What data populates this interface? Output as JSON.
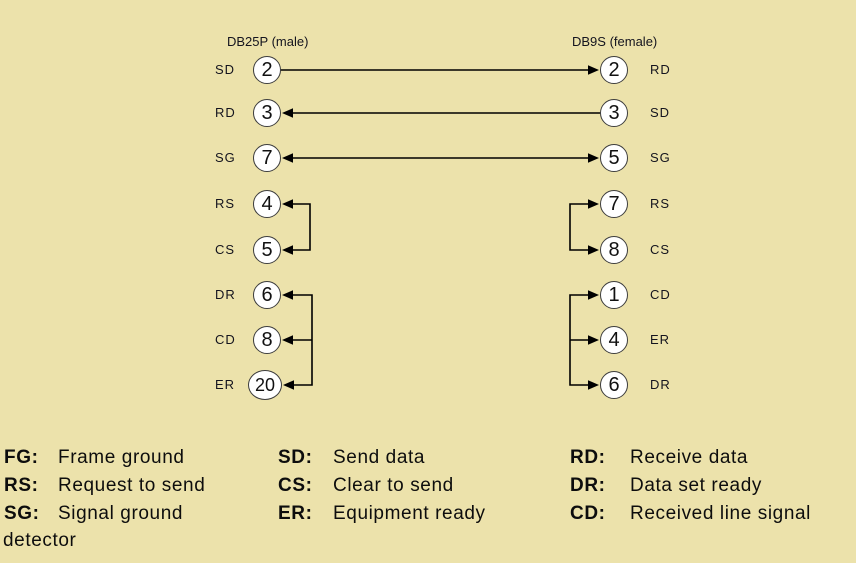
{
  "colors": {
    "background": "#ECE2AB",
    "line": "#000000",
    "text": "#14141E",
    "pin_fill": "#FFFFFF",
    "pin_stroke": "#3D3D3D"
  },
  "diagram": {
    "left_connector": {
      "title": "DB25P (male)",
      "pins": [
        {
          "signal": "SD",
          "pin": "2"
        },
        {
          "signal": "RD",
          "pin": "3"
        },
        {
          "signal": "SG",
          "pin": "7"
        },
        {
          "signal": "RS",
          "pin": "4"
        },
        {
          "signal": "CS",
          "pin": "5"
        },
        {
          "signal": "DR",
          "pin": "6"
        },
        {
          "signal": "CD",
          "pin": "8"
        },
        {
          "signal": "ER",
          "pin": "20"
        }
      ]
    },
    "right_connector": {
      "title": "DB9S (female)",
      "pins": [
        {
          "signal": "RD",
          "pin": "2"
        },
        {
          "signal": "SD",
          "pin": "3"
        },
        {
          "signal": "SG",
          "pin": "5"
        },
        {
          "signal": "RS",
          "pin": "7"
        },
        {
          "signal": "CS",
          "pin": "8"
        },
        {
          "signal": "CD",
          "pin": "1"
        },
        {
          "signal": "ER",
          "pin": "4"
        },
        {
          "signal": "DR",
          "pin": "6"
        }
      ]
    },
    "connections": [
      {
        "from": "DB25P pin 2 (SD)",
        "to": "DB9S pin 2 (RD)",
        "direction": "left-to-right"
      },
      {
        "from": "DB9S pin 3 (SD)",
        "to": "DB25P pin 3 (RD)",
        "direction": "right-to-left"
      },
      {
        "from": "DB25P pin 7 (SG)",
        "to": "DB9S pin 5 (SG)",
        "direction": "bidirectional"
      },
      {
        "from": "DB25P pin 4 (RS)",
        "to": "DB25P pin 5 (CS)",
        "direction": "looped-pair"
      },
      {
        "from": "DB9S pin 7 (RS)",
        "to": "DB9S pin 8 (CS)",
        "direction": "looped-pair"
      },
      {
        "from": "DB25P pin 6 (DR)",
        "to": "DB25P pins 8 (CD) and 20 (ER)",
        "direction": "looped-trio"
      },
      {
        "from": "DB9S pin 1 (CD)",
        "to": "DB9S pins 4 (ER) and 6 (DR)",
        "direction": "looped-trio"
      }
    ]
  },
  "legend": {
    "columns": [
      {
        "entries": [
          {
            "abbr": "FG:",
            "desc": "Frame ground"
          },
          {
            "abbr": "RS:",
            "desc": "Request to send"
          },
          {
            "abbr": "SG:",
            "desc": "Signal ground"
          }
        ]
      },
      {
        "entries": [
          {
            "abbr": "SD:",
            "desc": "Send data"
          },
          {
            "abbr": "CS:",
            "desc": "Clear to send"
          },
          {
            "abbr": "ER:",
            "desc": "Equipment ready"
          }
        ]
      },
      {
        "entries": [
          {
            "abbr": "RD:",
            "desc": "Receive data"
          },
          {
            "abbr": "DR:",
            "desc": "Data set ready"
          },
          {
            "abbr": "CD:",
            "desc": "Received line signal"
          }
        ]
      }
    ],
    "wrap_line": "detector"
  }
}
